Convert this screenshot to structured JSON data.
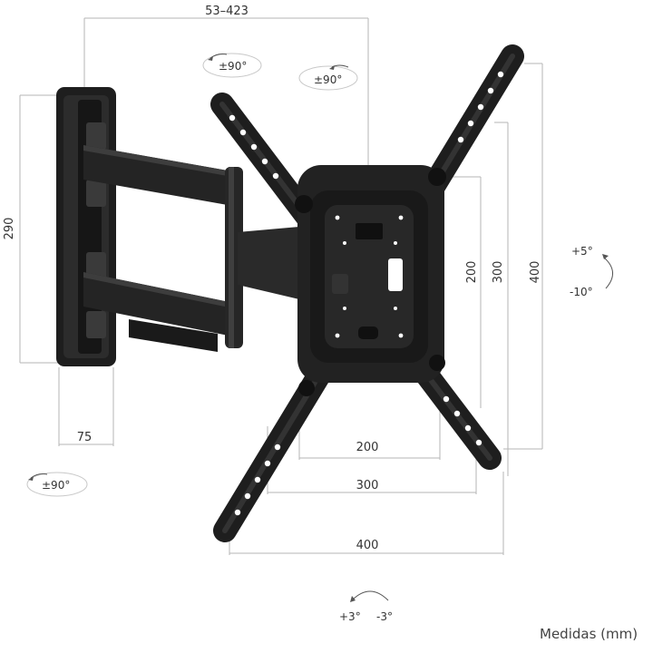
{
  "dimensions": {
    "arm_extension": "53–423",
    "wall_plate_height": "290",
    "wall_plate_width": "75",
    "vesa_v_small": "200",
    "vesa_v_medium": "300",
    "vesa_v_large": "400",
    "vesa_h_small": "200",
    "vesa_h_medium": "300",
    "vesa_h_large": "400"
  },
  "rotations": {
    "swivel_top_left": "±90°",
    "swivel_top_right": "±90°",
    "swivel_bottom_left": "±90°",
    "tilt_up": "+5°",
    "tilt_down": "-10°",
    "level_plus": "+3°",
    "level_minus": "-3°"
  },
  "footer": {
    "units": "Medidas (mm)"
  },
  "colors": {
    "mount": "#222222",
    "dimension_line": "#b5b5b5",
    "text": "#333333"
  }
}
